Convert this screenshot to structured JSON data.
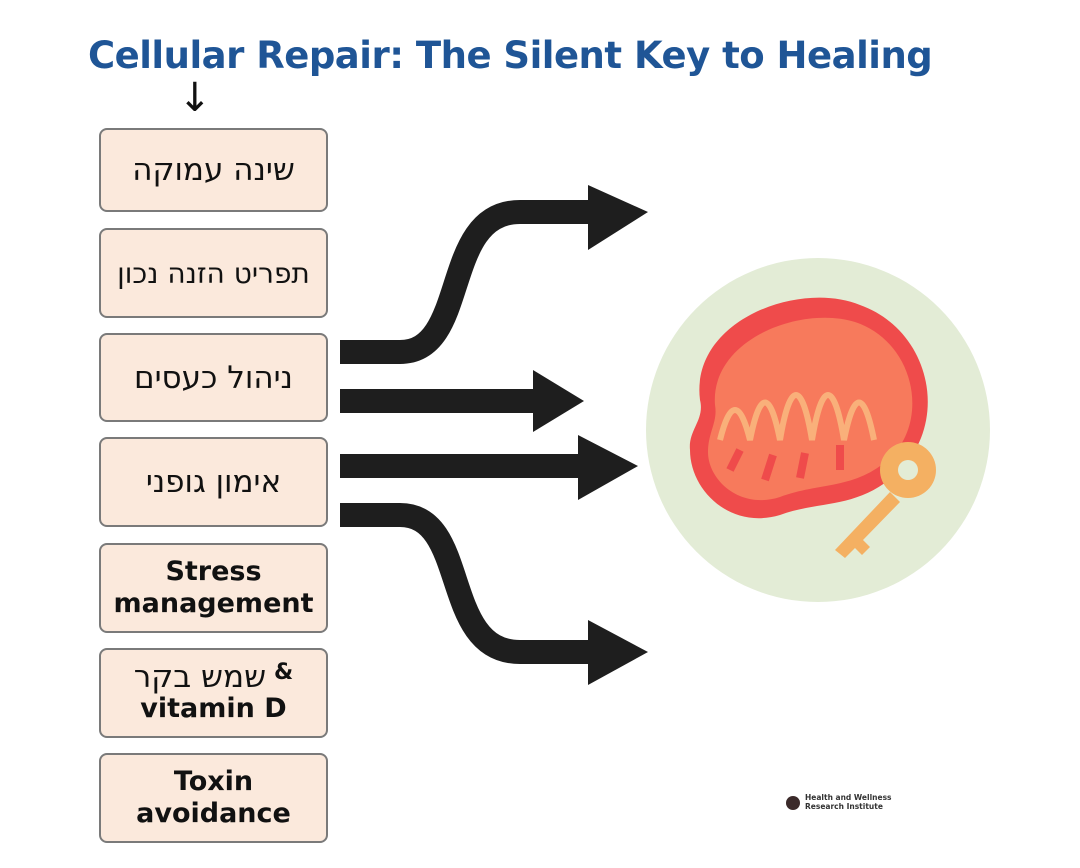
{
  "title": "Cellular Repair: The Silent Key to Healing",
  "items": [
    {
      "label": "שינה עמוקה"
    },
    {
      "label": "תפריט הזנה נכון"
    },
    {
      "label": "ניהול כעסים"
    },
    {
      "label": "אימון גופני"
    },
    {
      "label": "Stress management"
    },
    {
      "label_he": "שמש בקר",
      "amp": "&",
      "label_en": "vitamin D"
    },
    {
      "label": "Toxin avoidance"
    }
  ],
  "credit": {
    "line1": "Health and Wellness",
    "line2": "Research Institute"
  },
  "colors": {
    "title": "#1f5596",
    "box_fill": "#fbe9dc",
    "arrow": "#1e1e1e",
    "circle": "#e3ecd6",
    "mito": "#ef4b4b",
    "key": "#f4b062"
  }
}
